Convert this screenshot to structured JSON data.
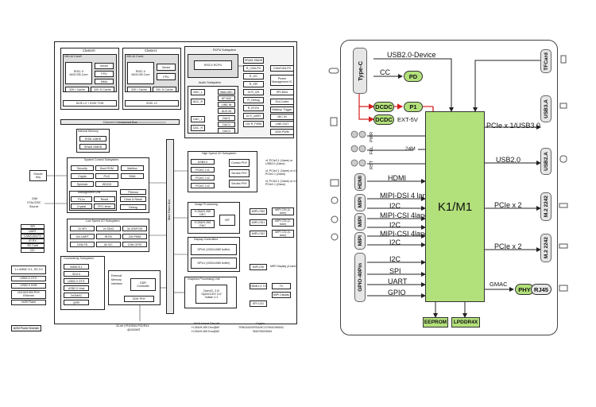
{
  "left": {
    "cluster0": "Cluster0",
    "cluster1": "Cluster1",
    "core0": "X60-AI Core0",
    "core1": "X60-AI Core1",
    "riscv_core": [
      "RISC-V",
      "64GCVB Core"
    ],
    "vector": "Vector",
    "fpu": "FPU",
    "mmu": "MMU",
    "icache": "32K I-Cache",
    "dcache": "32K D-Cache",
    "l2_tcm": "512K L2 + 512K TCM",
    "l2": "512K L2",
    "rcpu_subsystem": "RCPU Subsystem",
    "riscv_rcpu": "RISCV RCPU",
    "audio_subsystem": "Audio Subsystem",
    "adc_l": "ADC_L",
    "adc_r": "ADC_R",
    "dac_l": "DAC_L",
    "dac_r": "DAC_R",
    "audio_items": [
      "Main-MIC",
      "HP-MIC",
      "LINE-IN",
      "AUX-IN"
    ],
    "dac_items": [
      "DAC1",
      "DAC2",
      "DAC3"
    ],
    "rcpu_right": [
      "SRAM 256KB",
      "R_CAN-FD",
      "R_I2C",
      "R_SPI",
      "2x R_I2S",
      "R_Debug",
      "R_IR-RX",
      "2x R_UART",
      "10x R_PWM"
    ],
    "rcpu_ext": [
      "CAN/CAN-FD",
      "Power Management IC",
      "SPI-NAU",
      "Ext-Codec",
      "Wakeup Trigger",
      "MIC IN",
      "LINE-OUT",
      "AON PWM"
    ],
    "coherent_bus": "Coherent Interconnect Bus",
    "main_fabric_bus": "Main Fabric Bus",
    "internal_memory": "Internal Memory",
    "rom": "ROM 128KB",
    "sram": "SRAM 256KB",
    "scs": "System Control Subsystem",
    "scs_items": [
      "Security",
      "Boot ROM",
      "Mailbox",
      "Crypto",
      "PLIC",
      "DMA",
      "Spinlock",
      "WDOG"
    ],
    "mgmt_unit": "Management Unit",
    "mgmt_items": [
      "PLLs",
      "Reset",
      "Crystal",
      "RTC timer"
    ],
    "tsensor": "TSensor",
    "clock_reset": "Clock & Reset",
    "debug": "Debug",
    "secure_key": [
      "Secure",
      "Key"
    ],
    "xtal": [
      "24M",
      "XTAL/OSC",
      "Source"
    ],
    "lsio": "Low Speed I/O Subsystem",
    "lsio_items": [
      "2x SPI",
      "2x SDIO",
      "3x I2S/PCM",
      "10x UART",
      "IR-RX",
      "20x PWM",
      "CAN-FD",
      "8x I2C",
      "128x GPIO"
    ],
    "lsio_ext": [
      "SPI",
      "UART",
      "CAN/CAN-FD",
      "IR-RX",
      "SD Card",
      "I2C"
    ],
    "conn": "Connectivity Subsystem",
    "conn_items": [
      "eMMC5.1",
      "SD3.0",
      "USB2.0 OTG",
      "USB2.0 Host",
      "2xGMAC",
      "QSPI"
    ],
    "conn_ext": [
      "1 x eMMC 5.1, SD 3.0",
      "USB2.0 OTG",
      "USB2.0 HUB",
      "10/100/1000 PHY Ethernet",
      "NOR Flash"
    ],
    "emi": [
      "External",
      "Memory",
      "Interface"
    ],
    "ddr_ctrl": [
      "DDR",
      "Controller"
    ],
    "ddr_phy": "DDR PHY",
    "hsio": "High Speed I/O Subsystem",
    "hsio_items": [
      "USB3.0",
      "PCIe2.1 x1",
      "PCIe2.1 x2",
      "PCIe2.1 x2"
    ],
    "phy_items": [
      "Combo PHY",
      "Serdes PHY",
      "Serdes PHY"
    ],
    "hsio_ext": [
      "x1 PCIe2.1 (1lane) or USB3.0 (1lane)",
      "x1 PCIe2.1 (1lane) or x1 PCIe2.1 (2lane)",
      "x1 PCIe2.1 (1lane) or x1 PCIe2.1 (2lane)"
    ],
    "image_processing": "Image Processing",
    "jpeg": "H.264/H.265 DEC",
    "jpeg_enc": "H.264/H.265 ENC",
    "isp": "ISP",
    "mipi_csi": [
      "MIPI-CSI0",
      "MIPI-CSI1",
      "MIPI-CSI2"
    ],
    "mipi_csi_ext": [
      "MIPI CSI (4-lane)",
      "MIPI CSI (2-lane)",
      "MIPI CSI (4-lane)"
    ],
    "display_controllers": "Display Controllers",
    "dpu": "DPU0 (1920x1080 buffer)",
    "dpu1": "DPU1 (1920x1080 buffer)",
    "mipi_dsi": "MIPI-DSI",
    "mipi_dsi_ext": "MIPI Display (4-lane)",
    "hdmi_tx": "HDMI1.4 TX",
    "gpu": "Graphics Processing Unit",
    "gpu_detail": [
      "OpenCL 3.0/",
      "OpenGLES 3.2/",
      "Vulkan 1.2"
    ],
    "tv_ext": "TV",
    "spi_lcd": "SPI LCD",
    "mipi_display": "MIPI Display",
    "aon_domain": "AON Power Domain",
    "ddr_note": [
      "32-bit LPDDR4/LPDDR4X",
      "@2400MT"
    ],
    "codec_note": [
      "Multi-format Decode",
      "H.264/H.265 Dec@60",
      "H.264/H.265 Enc@60"
    ],
    "crypto_note": [
      "Crypto:",
      "TRNG/AES/RSA/ECC/SHA2/HMAC",
      "SM2/SM3/SM4"
    ]
  },
  "right": {
    "type_c": "Type-C",
    "usb2_device": "USB2.0-Device",
    "cc": "CC",
    "pd": "PD",
    "dcdc1": "DCDC",
    "dcdc2": "DCDC",
    "p1": "P1",
    "ext5v": "EXT-5V",
    "pwr": "PWR",
    "fel": "FEL",
    "rst": "RST",
    "m24": "24M",
    "hdmi_port": "HDMI",
    "hdmi": "HDMI",
    "mipi": "MIPI",
    "mipi_dsi": "MIPI-DSI 4 lane",
    "i2c": "I2C",
    "mipi_csi1": "MIPI-CSI 4lane",
    "mipi_csi2": "MIPI-CSI 4lane",
    "gpio_port": "GPIO-40Pin",
    "spi": "SPI",
    "uart": "UART",
    "gpio": "GPIO",
    "soc": "K1/M1",
    "eeprom": "EEPROM",
    "lpddr4x": "LPDDR4X",
    "tfcard": "TFCard",
    "usb3a_1": "USB3.A",
    "usb3a_2": "USB2.A",
    "pcie_usb3": "PCIe x 1/USB3.0",
    "usb2": "USB2.0",
    "pcie_x2_1": "PCIe x 2",
    "pcie_x2_2": "PCIe x 2",
    "m2_1": "M.2 2242",
    "m2_2": "M.2 2242",
    "gmac": "GMAC",
    "phy": "PHY",
    "rj45": "RJ45",
    "colors": {
      "green": "#b2e07a",
      "red": "#d42020",
      "port": "#e6e6e6"
    }
  }
}
